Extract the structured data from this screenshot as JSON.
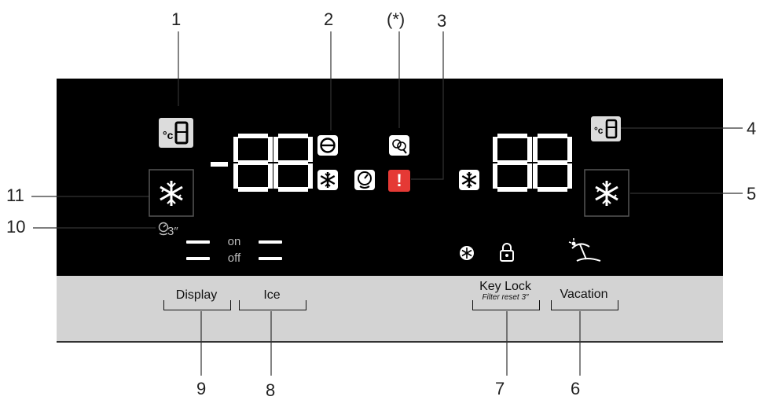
{
  "callouts": {
    "n1": "1",
    "n2": "2",
    "star": "(*)",
    "n3": "3",
    "n4": "4",
    "n5": "5",
    "n6": "6",
    "n7": "7",
    "n8": "8",
    "n9": "9",
    "n10": "10",
    "n11": "11"
  },
  "display": {
    "left_digits": "-88",
    "right_digits": "88",
    "on_label": "on",
    "off_label": "off",
    "timer_label": "3″",
    "alert_glyph": "!"
  },
  "buttons": {
    "display": "Display",
    "ice": "Ice",
    "key_lock": "Key Lock",
    "key_lock_sub": "Filter reset 3″",
    "vacation": "Vacation"
  },
  "icons": {
    "freezer_temp": "freezer-temp-icon",
    "fridge_temp": "fridge-temp-icon",
    "eco": "eco-mode-icon",
    "filter": "water-filter-icon",
    "alert": "alert-icon",
    "ice": "ice-snowflake-icon",
    "lock": "key-lock-icon",
    "vacation": "vacation-icon"
  },
  "colors": {
    "panel": "#000000",
    "strip": "#d3d3d3",
    "alert": "#e53935"
  }
}
